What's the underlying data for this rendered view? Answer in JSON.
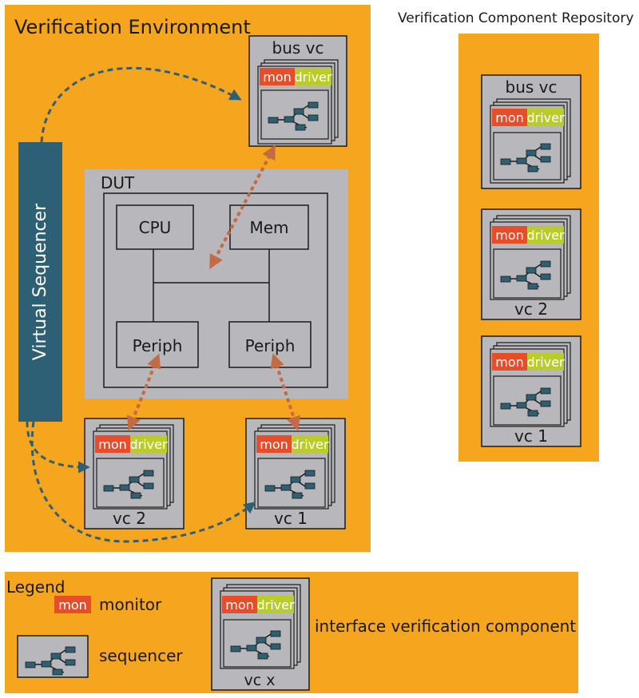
{
  "colors": {
    "orange": "#f6a51f",
    "gray": "#b8b8bc",
    "dark": "#1a1a1a",
    "teal": "#2e6075",
    "mon": "#e84d2a",
    "driver": "#b9cc2a",
    "copper": "#c46a45"
  },
  "env": {
    "title": "Verification Environment"
  },
  "repo": {
    "title": "Verification Component Repository"
  },
  "dut": {
    "title": "DUT",
    "cpu": "CPU",
    "mem": "Mem",
    "periph_left": "Periph",
    "periph_right": "Periph"
  },
  "virtual_sequencer": {
    "label": "Virtual Sequencer"
  },
  "vc_common": {
    "mon": "mon",
    "driver": "driver"
  },
  "env_vcs": {
    "bus": "bus vc",
    "vc2": "vc 2",
    "vc1": "vc 1"
  },
  "repo_vcs": {
    "bus": "bus vc",
    "vc2": "vc 2",
    "vc1": "vc 1"
  },
  "legend": {
    "title": "Legend",
    "mon": "mon",
    "monitor": "monitor",
    "sequencer": "sequencer",
    "ivc": "interface verification component",
    "vcx": "vc x"
  },
  "icons": {
    "sequencer": "sequencer-tree-icon",
    "arrow": "dashed-arrow-icon"
  }
}
